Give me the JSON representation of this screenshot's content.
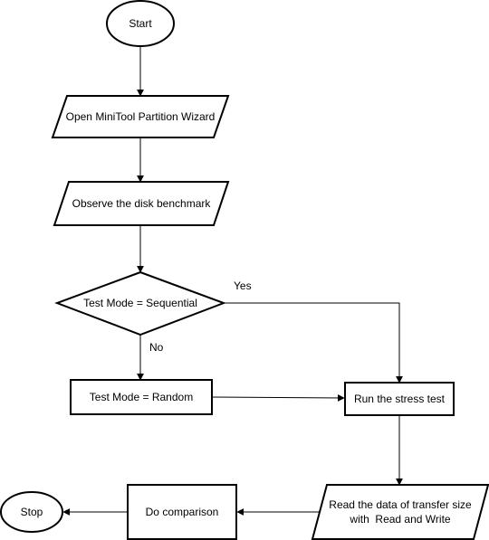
{
  "nodes": {
    "start": "Start",
    "open_wizard": "Open MiniTool Partition Wizard",
    "observe_benchmark": "Observe the disk benchmark",
    "decision_sequential": "Test Mode = Sequential",
    "random_mode": "Test Mode = Random",
    "stress_test": "Run the stress test",
    "read_data_line1": "Read the data of transfer size",
    "read_data_line2": "with  Read and Write",
    "do_comparison": "Do comparison",
    "stop": "Stop"
  },
  "edges": {
    "yes_label": "Yes",
    "no_label": "No"
  }
}
